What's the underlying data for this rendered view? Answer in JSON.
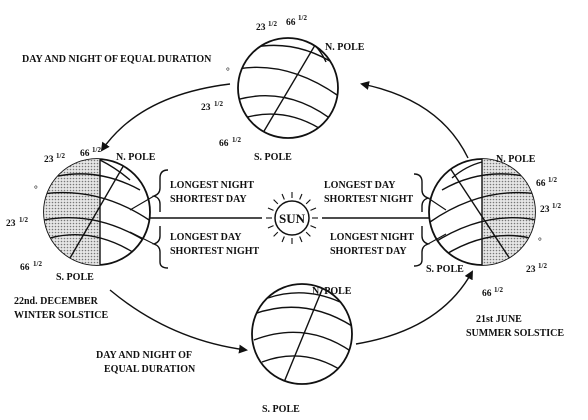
{
  "top_caption": "DAY AND NIGHT OF EQUAL DURATION",
  "bottom_caption_line1": "DAY AND NIGHT OF",
  "bottom_caption_line2": "EQUAL DURATION",
  "sun_label": "SUN",
  "n_pole": "N. POLE",
  "s_pole": "S. POLE",
  "deg_66": "66",
  "deg_23": "23",
  "half": "1/2",
  "degree_symbol": "°",
  "winter": {
    "date": "22nd. DECEMBER",
    "season": "WINTER SOLSTICE",
    "upper_line1": "LONGEST NIGHT",
    "upper_line2": "SHORTEST DAY",
    "lower_line1": "LONGEST DAY",
    "lower_line2": "SHORTEST NIGHT"
  },
  "summer": {
    "date": "21st JUNE",
    "season": "SUMMER SOLSTICE",
    "upper_line1": "LONGEST DAY",
    "upper_line2": "SHORTEST NIGHT",
    "lower_line1": "LONGEST NIGHT",
    "lower_line2": "SHORTEST DAY"
  },
  "colors": {
    "ink": "#111111",
    "shade": "#bdbdbd",
    "background": "#ffffff"
  }
}
